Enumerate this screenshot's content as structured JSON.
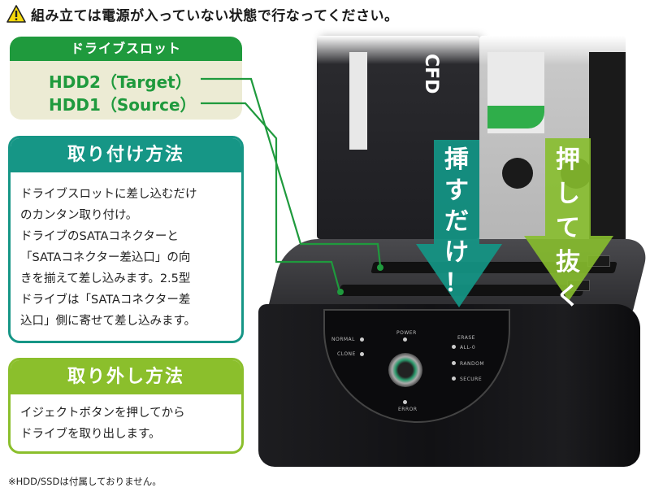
{
  "warning": {
    "icon": "warning-triangle-icon",
    "text": "組み立ては電源が入っていない状態で行なってください。"
  },
  "drive_slot": {
    "title": "ドライブスロット",
    "slots": [
      {
        "label": "HDD2（Target）"
      },
      {
        "label": "HDD1（Source）"
      }
    ]
  },
  "install": {
    "title": "取り付け方法",
    "lines": [
      "ドライブスロットに差し込むだけ",
      "のカンタン取り付け。",
      "ドライブのSATAコネクターと",
      "「SATAコネクター差込口」の向",
      "きを揃えて差し込みます。2.5型",
      "ドライブは「SATAコネクター差",
      "込口」側に寄せて差し込みます。"
    ]
  },
  "remove": {
    "title": "取り外し方法",
    "lines": [
      "イジェクトボタンを押してから",
      "ドライブを取り出します。"
    ]
  },
  "footnote": "※HDD/SSDは付属しておりません。",
  "arrows": {
    "insert": {
      "chars": [
        "挿",
        "す",
        "だ",
        "け",
        "！"
      ],
      "color": "#169686"
    },
    "push": {
      "chars": [
        "押",
        "し",
        "て",
        "抜",
        "く"
      ],
      "color": "#8bbf2c"
    }
  },
  "product": {
    "ssd_brand": "CFD",
    "panel": {
      "left_leds": [
        "NORMAL",
        "CLONE"
      ],
      "top_led": "POWER",
      "bottom_led": "ERROR",
      "erase_title": "ERASE",
      "erase_leds": [
        "ALL-0",
        "RANDOM",
        "SECURE"
      ]
    }
  },
  "colors": {
    "slot_green": "#1f9a3d",
    "slot_bg": "#ecebd4",
    "install_teal": "#169686",
    "remove_green": "#8bbf2c",
    "warning_yellow": "#f5d90a"
  }
}
